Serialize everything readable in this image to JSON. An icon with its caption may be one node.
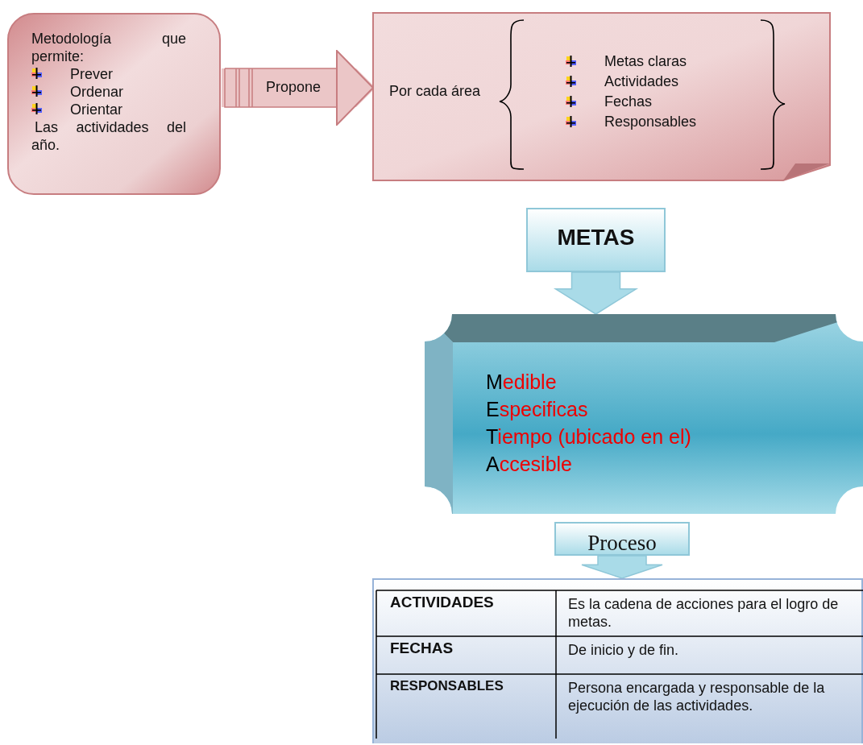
{
  "diagram": {
    "nodes": [
      {
        "text": [
          "Metodología que permite:",
          "Prever",
          "Ordenar",
          "Orientar",
          "Las actividades del año."
        ]
      },
      {
        "text": [
          "Por cada área",
          "Metas claras",
          "Actividades",
          "Fechas",
          "Responsables"
        ]
      },
      {
        "text": [
          "METAS"
        ]
      },
      {
        "text": [
          "Medible",
          "Especificas",
          "Tiempo (ubicado en el)",
          "Accesible"
        ]
      },
      {
        "text": [
          "Proceso"
        ]
      },
      {
        "text": [],
        "shape": "box"
      }
    ],
    "edges": [
      {
        "from": 0,
        "to": 1,
        "arrow": "to",
        "label": "Propone"
      },
      {
        "from": 2,
        "to": 3,
        "arrow": "to"
      },
      {
        "from": 4,
        "to": 5,
        "arrow": "to"
      }
    ],
    "labels": [
      "ACTIVIDADES",
      "Es la cadena de acciones para el logro de metas.",
      "FECHAS",
      "De inicio y de fin.",
      "RESPONSABLES",
      "Persona encargada y responsable de la ejecución  de las actividades."
    ]
  }
}
